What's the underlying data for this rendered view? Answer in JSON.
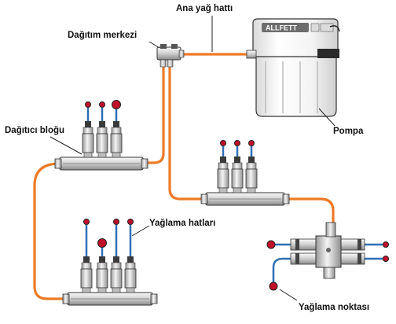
{
  "labels": {
    "ana_yag_hatti": "Ana yağ hattı",
    "dagitim_merkezi": "Dağıtım merkezi",
    "dagitici_blogu": "Dağıtıcı bloğu",
    "yaglama_hatlari": "Yağlama hatları",
    "pompa": "Pompa",
    "yaglama_noktasi": "Yağlama noktası"
  },
  "pump": {
    "brand": "ALLFETT",
    "name_ref": "labels.pompa"
  },
  "colors": {
    "main_line": "#ee7a26",
    "lubrication_line": "#2f6fb5",
    "lubrication_point": "#c0102a",
    "metal_dark": "#3a3a3a",
    "metal_light": "#e8e8e8",
    "pump_body": "#f2f2f2"
  },
  "icons": [
    "pump-icon",
    "distribution-block-icon",
    "lubrication-point-icon",
    "distribution-center-icon",
    "connector-block-icon"
  ]
}
